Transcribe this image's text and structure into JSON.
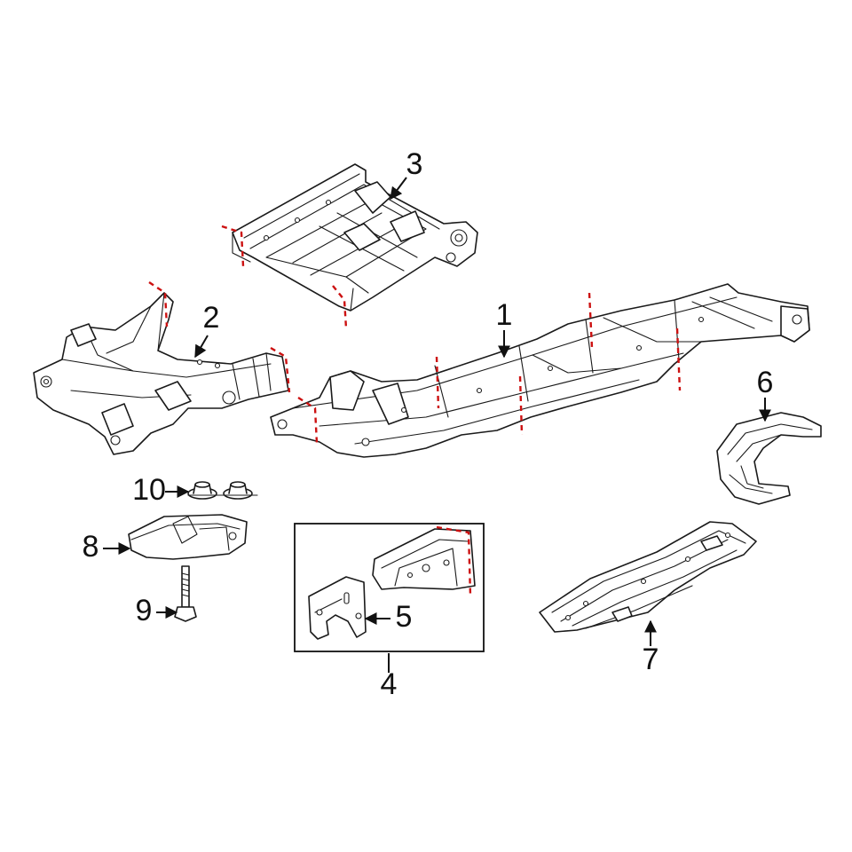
{
  "colors": {
    "line": "#1a1a1a",
    "cut_line": "#cc1111",
    "background": "#ffffff"
  },
  "callouts": [
    {
      "id": "1",
      "label": "1"
    },
    {
      "id": "2",
      "label": "2"
    },
    {
      "id": "3",
      "label": "3"
    },
    {
      "id": "4",
      "label": "4"
    },
    {
      "id": "5",
      "label": "5"
    },
    {
      "id": "6",
      "label": "6"
    },
    {
      "id": "7",
      "label": "7"
    },
    {
      "id": "8",
      "label": "8"
    },
    {
      "id": "9",
      "label": "9"
    },
    {
      "id": "10",
      "label": "10"
    }
  ]
}
